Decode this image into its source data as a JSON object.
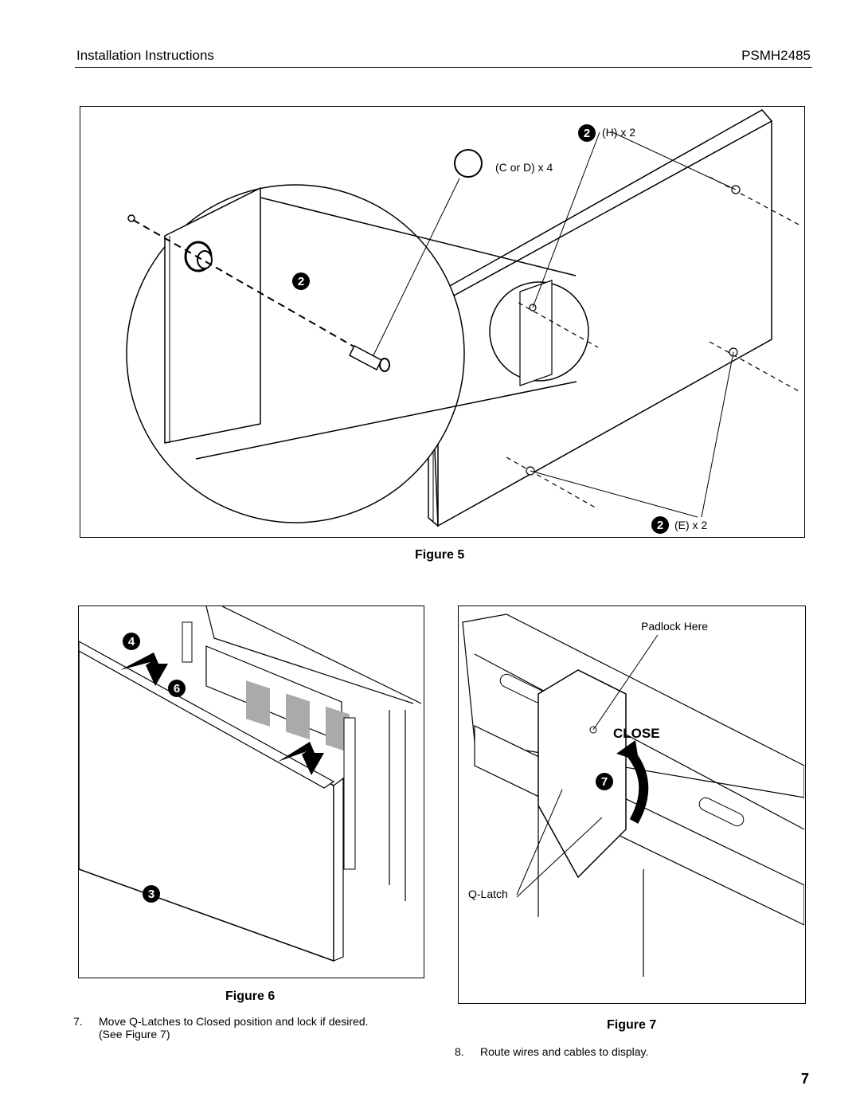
{
  "header": {
    "title": "Installation Instructions",
    "model": "PSMH2485"
  },
  "figure5": {
    "caption": "Figure 5",
    "callouts": {
      "h": "(H) x 2",
      "cd": "(C or D) x 4",
      "e": "(E) x 2"
    },
    "badges": {
      "h": "2",
      "zoom": "2",
      "e": "2"
    }
  },
  "figure6": {
    "caption": "Figure 6",
    "badges": {
      "a": "4",
      "b": "6",
      "c": "3"
    }
  },
  "figure7": {
    "caption": "Figure 7",
    "labels": {
      "padlock": "Padlock Here",
      "close": "CLOSE",
      "qlatch": "Q-Latch"
    },
    "badge": "7"
  },
  "steps": [
    {
      "num": "7.",
      "text": "Move Q-Latches to Closed position and lock if desired.",
      "text2": "(See Figure 7)"
    },
    {
      "num": "8.",
      "text": "Route wires and cables to display."
    }
  ],
  "page_number": "7"
}
